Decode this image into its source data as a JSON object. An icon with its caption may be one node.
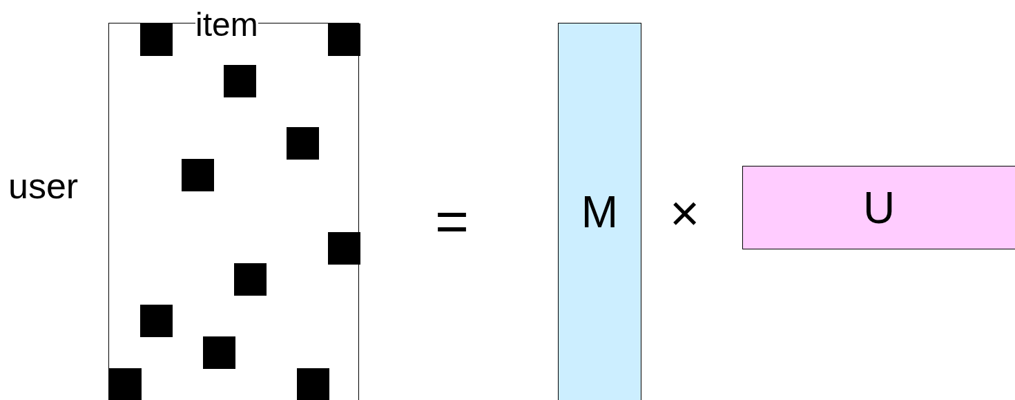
{
  "diagram": {
    "nodes": [
      {
        "text": [],
        "shape": "box"
      },
      {
        "text": [
          "M"
        ]
      },
      {
        "text": [
          "U"
        ]
      }
    ],
    "labels": [
      "item",
      "user",
      "=",
      "×"
    ]
  }
}
